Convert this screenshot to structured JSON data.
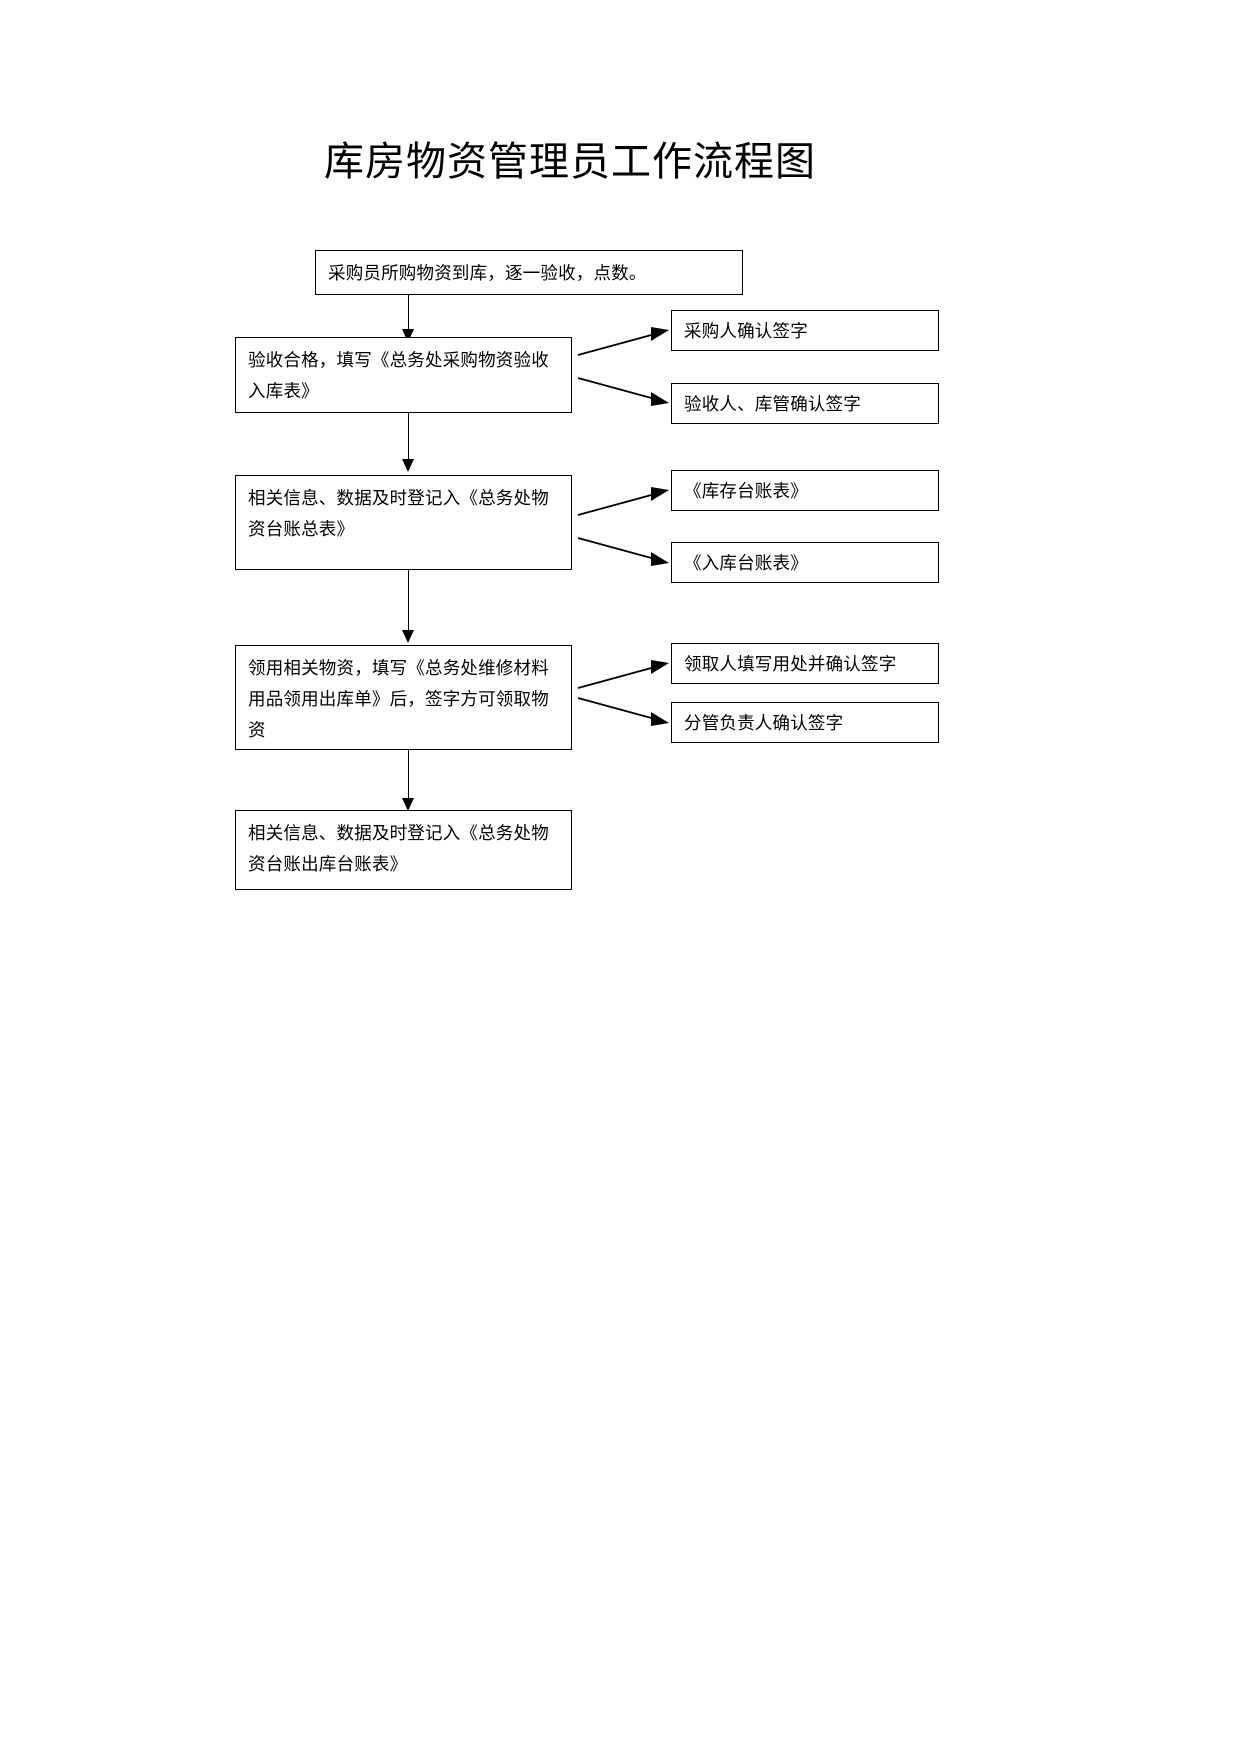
{
  "document": {
    "title": "库房物资管理员工作流程图",
    "page_background": "#ffffff",
    "line_color": "#000000"
  },
  "flowchart": {
    "type": "flowchart",
    "orientation": "top-to-bottom",
    "main_steps": [
      {
        "id": "step-1",
        "text": "采购员所购物资到库，逐一验收，点数。"
      },
      {
        "id": "step-2",
        "text": "验收合格，填写《总务处采购物资验收入库表》"
      },
      {
        "id": "step-3",
        "text": "相关信息、数据及时登记入《总务处物资台账总表》"
      },
      {
        "id": "step-4",
        "text": "领用相关物资，填写《总务处维修材料用品领用出库单》后，签字方可领取物资"
      },
      {
        "id": "step-5",
        "text": "相关信息、数据及时登记入《总务处物资台账出库台账表》"
      }
    ],
    "side_notes": [
      {
        "id": "note-1",
        "text": "采购人确认签字",
        "from": "step-2"
      },
      {
        "id": "note-2",
        "text": "验收人、库管确认签字",
        "from": "step-2"
      },
      {
        "id": "note-3",
        "text": "《库存台账表》",
        "from": "step-3"
      },
      {
        "id": "note-4",
        "text": "《入库台账表》",
        "from": "step-3"
      },
      {
        "id": "note-5",
        "text": "领取人填写用处并确认签字",
        "from": "step-4"
      },
      {
        "id": "note-6",
        "text": "分管负责人确认签字",
        "from": "step-4"
      }
    ],
    "connectors": {
      "vertical_count": 4,
      "diagonal_count": 6,
      "arrow_style": "solid-line-filled-head"
    }
  }
}
